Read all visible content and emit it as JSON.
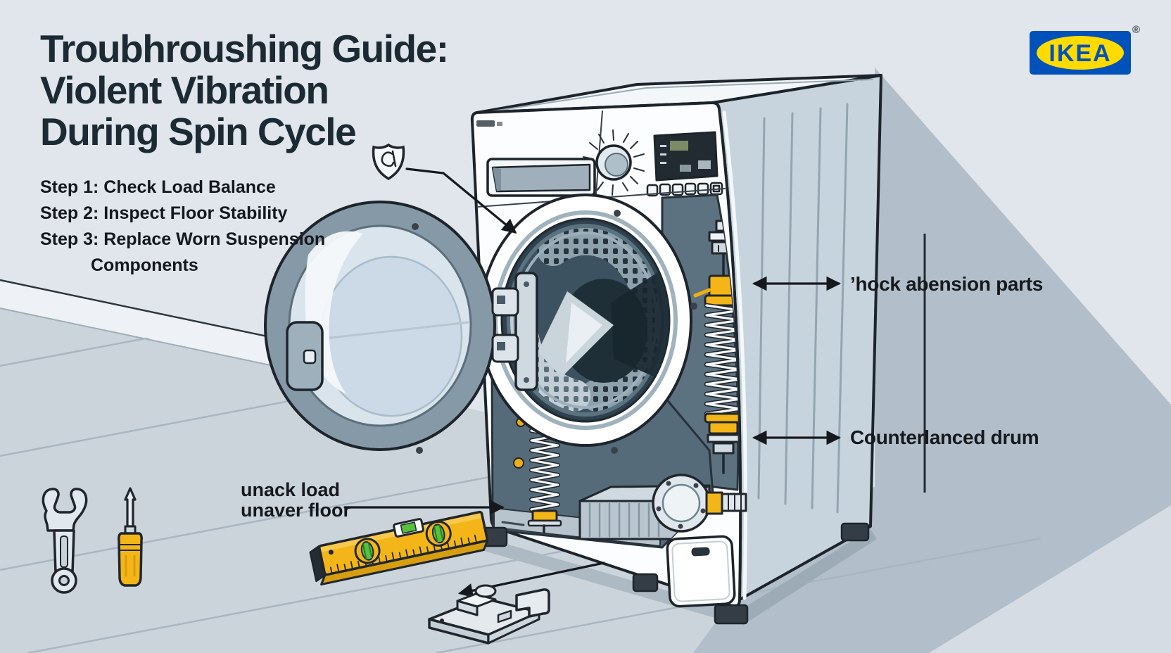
{
  "header": {
    "title_lines": [
      "Troubhroushing Guide:",
      "Violent Vibration",
      "During Spin Cycle"
    ],
    "steps": [
      {
        "label": "Step 1: Check Load Balance"
      },
      {
        "label": "Step 2: Inspect Floor Stability"
      },
      {
        "label": "Step 3: Replace Worn Suspension",
        "label_cont": "Components"
      }
    ]
  },
  "logo": {
    "text": "IKEA",
    "registered_mark": "®"
  },
  "callouts": {
    "shock_absorbers": "ʼhock abension parts",
    "drum": "Counterlanced drum",
    "load_line1": "unack load",
    "load_line2": "unaver floor"
  },
  "icons": {
    "ikea_logo": "ikea-logo",
    "shield": "shield-icon",
    "wrench": "wrench-icon",
    "screwdriver": "screwdriver-icon",
    "spirit_level": "spirit-level-icon",
    "suspension_spring_left": "suspension-spring-icon",
    "shock_absorber_right": "shock-absorber-icon",
    "washing_machine": "washing-machine-illustration",
    "suspension_parts": "suspension-parts-icon"
  },
  "colors": {
    "ikea_blue": "#0051BA",
    "ikea_yellow": "#FFDB00",
    "accent_yellow": "#F3B517",
    "ink": "#1D242B",
    "wall": "#E0E6EC",
    "wall_shadow": "#B2BFCA",
    "floor": "#CBD4DB"
  }
}
